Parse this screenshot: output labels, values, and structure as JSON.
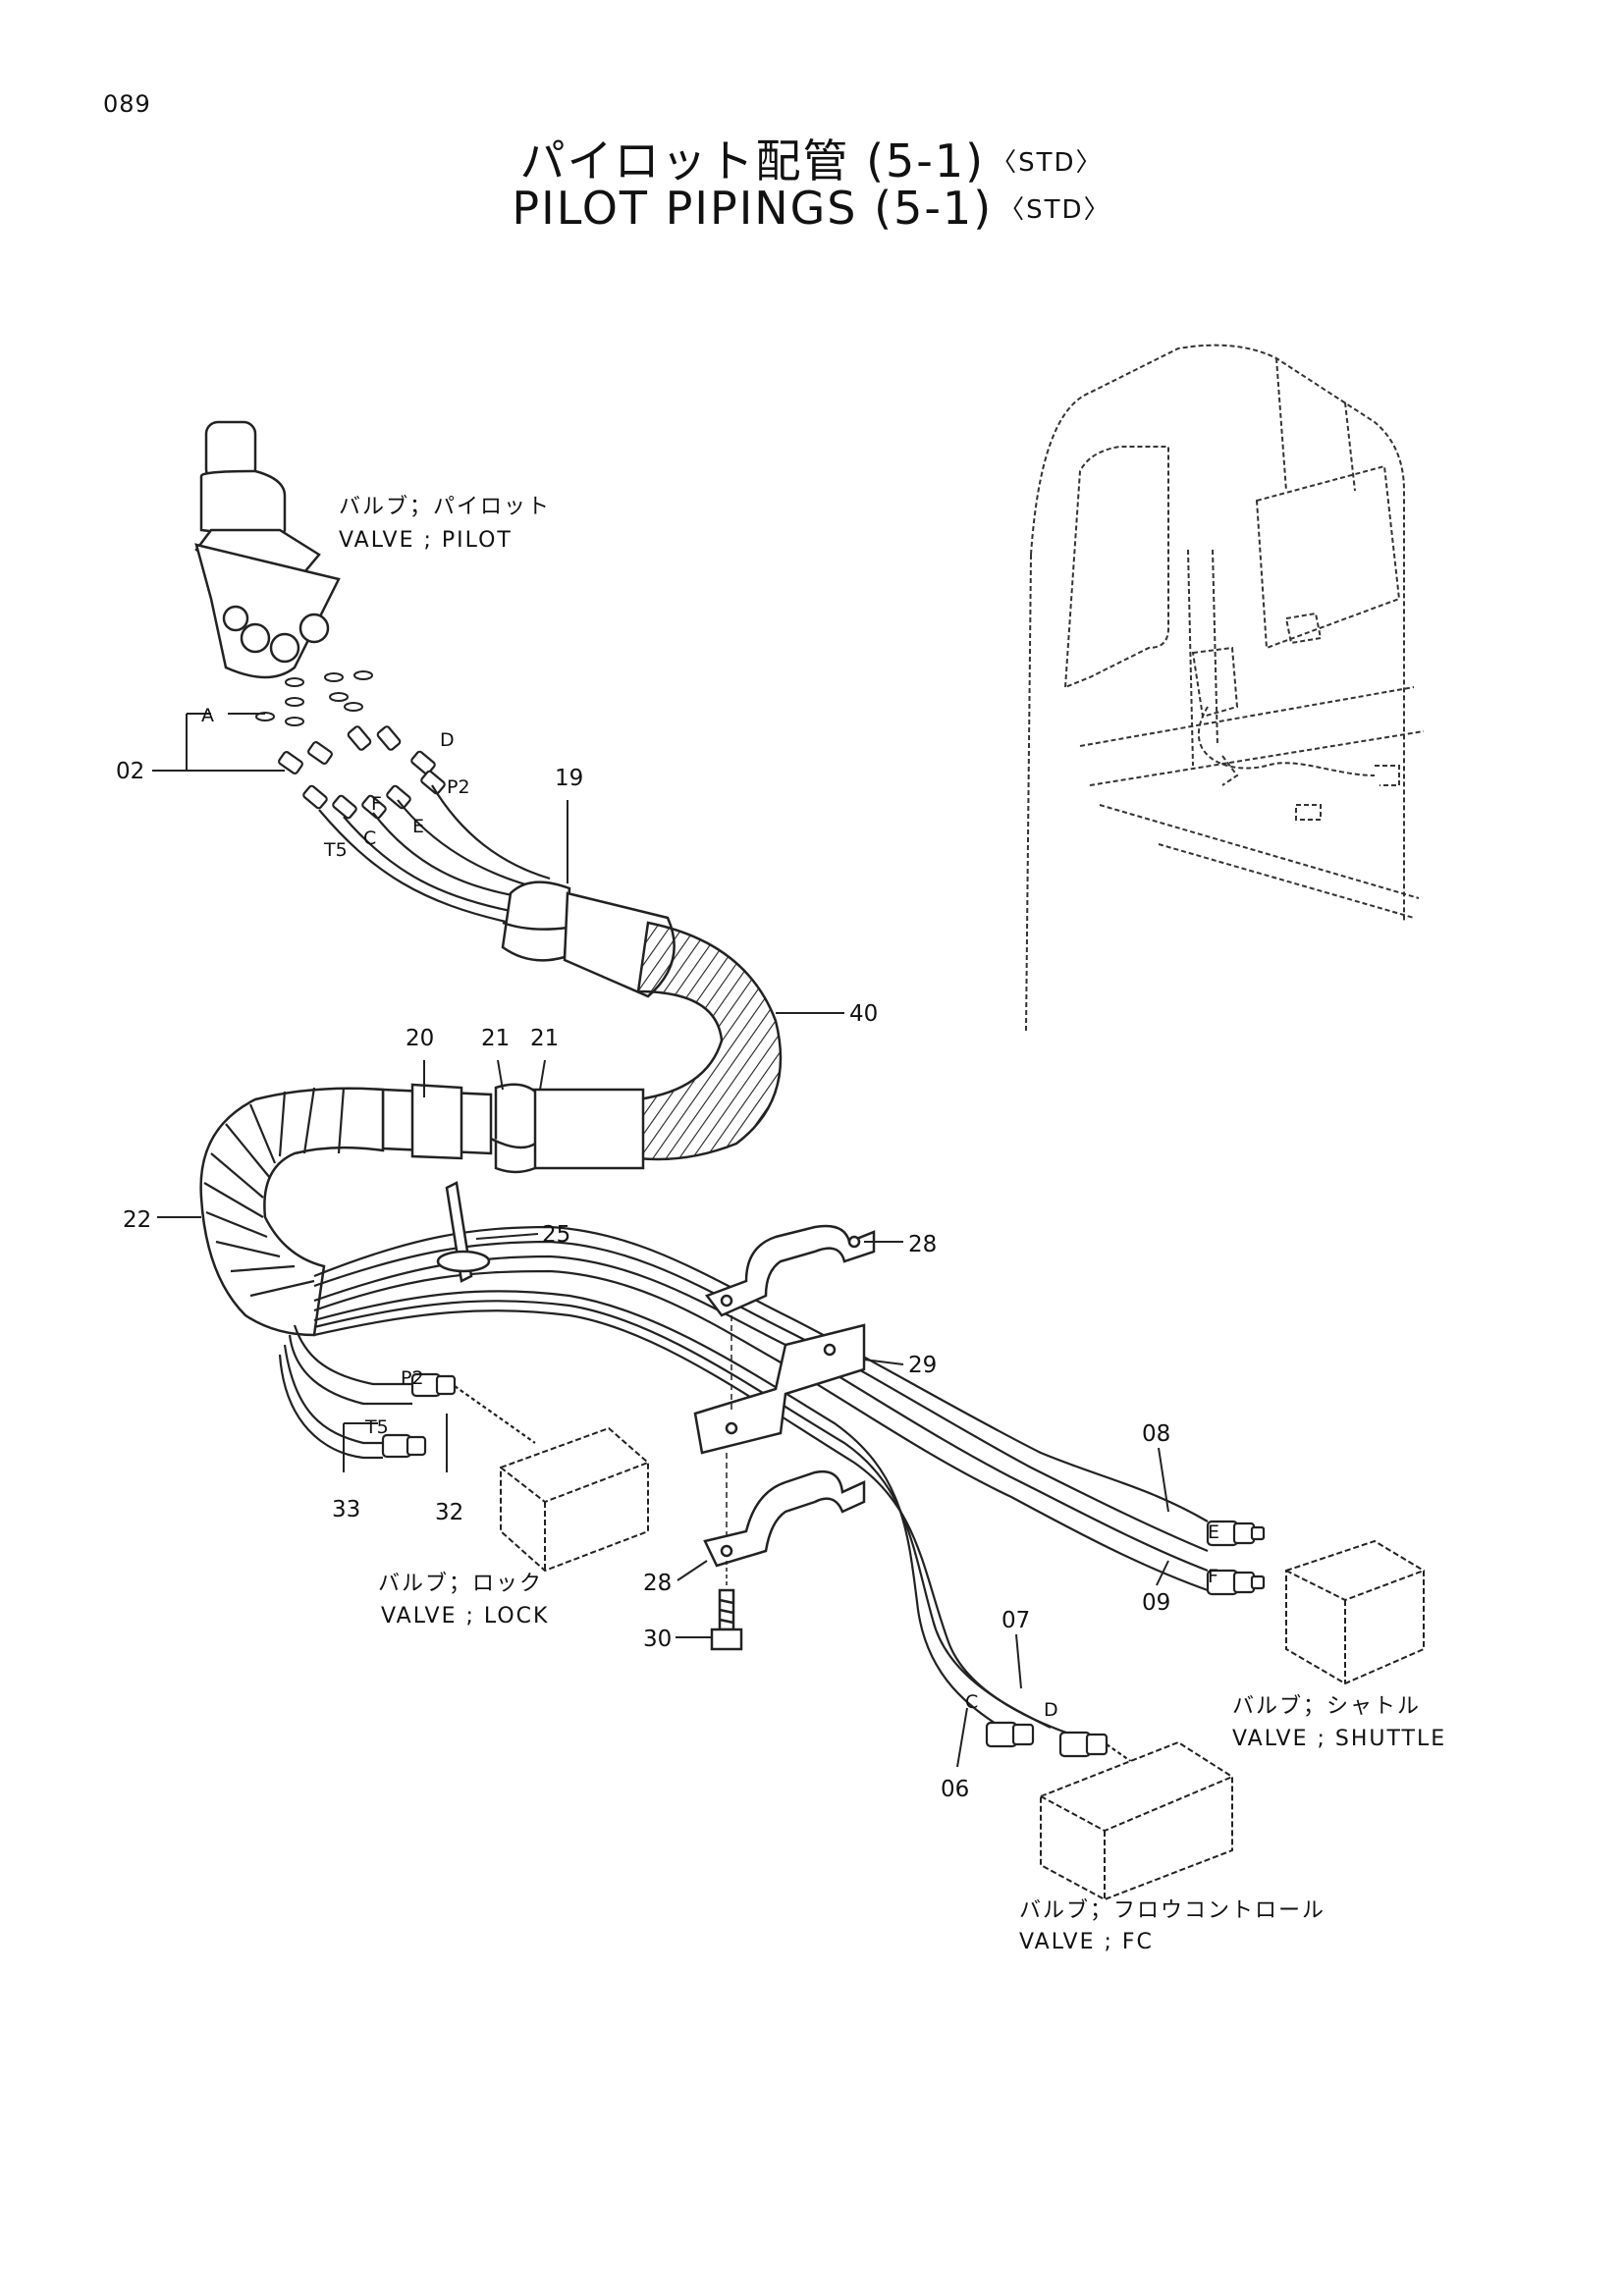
{
  "page_number": "089",
  "title": {
    "jp": "パイロット配管 (5-1)",
    "en": "PILOT PIPINGS (5-1)",
    "variant": "〈STD〉"
  },
  "valves": {
    "pilot": {
      "jp": "バルブ；パイロット",
      "en": "VALVE ; PILOT"
    },
    "lock": {
      "jp": "バルブ；ロック",
      "en": "VALVE ; LOCK"
    },
    "shuttle": {
      "jp": "バルブ；シャトル",
      "en": "VALVE ; SHUTTLE"
    },
    "fc": {
      "jp": "バルブ；フロウコントロール",
      "en": "VALVE ; FC"
    }
  },
  "callouts": {
    "c02": "02",
    "c19": "19",
    "c40": "40",
    "c20": "20",
    "c21a": "21",
    "c21b": "21",
    "c22": "22",
    "c25": "25",
    "c28a": "28",
    "c29": "29",
    "c28b": "28",
    "c30": "30",
    "c33": "33",
    "c32": "32",
    "c08": "08",
    "c09": "09",
    "c07": "07",
    "c06": "06"
  },
  "ports": {
    "a": "A",
    "d": "D",
    "p2_top": "P2",
    "f_top": "F",
    "e_top": "E",
    "c_top": "C",
    "t5_top": "T5",
    "p2_low": "P2",
    "t5_low": "T5",
    "e_sh": "E",
    "f_sh": "F",
    "c_fc": "C",
    "d_fc": "D"
  }
}
